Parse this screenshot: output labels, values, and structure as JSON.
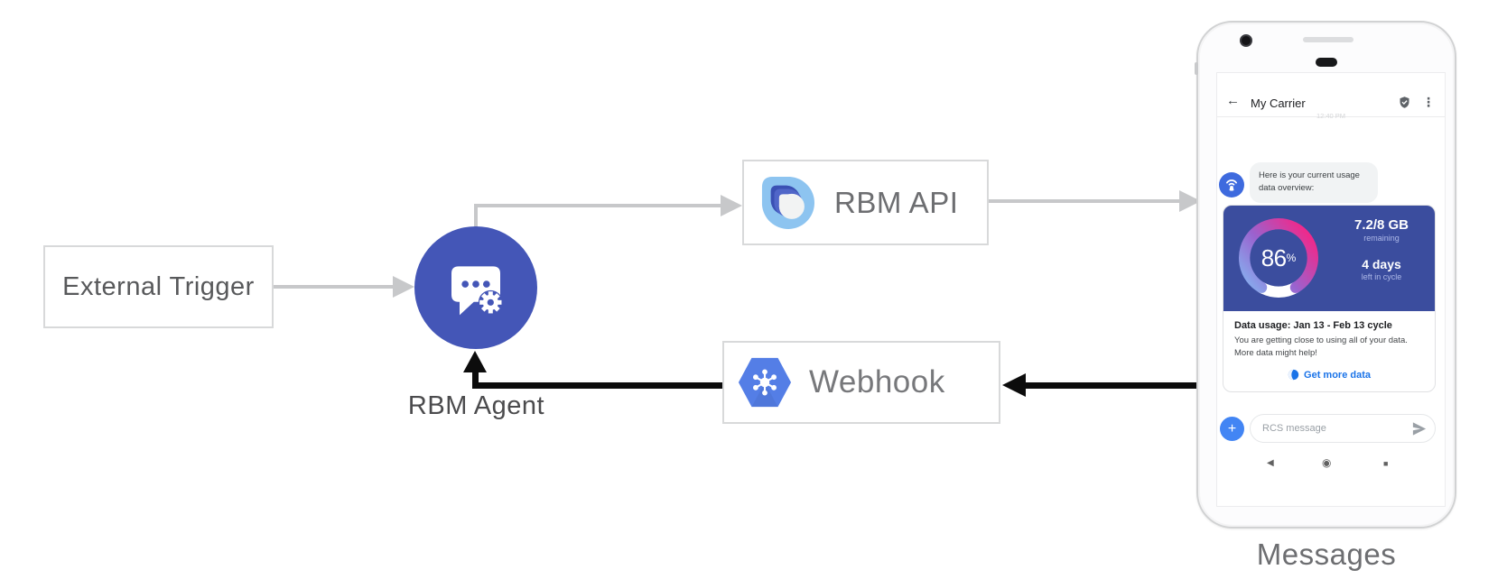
{
  "diagram": {
    "external_trigger_label": "External Trigger",
    "rbm_agent_label": "RBM Agent",
    "rbm_api_label": "RBM API",
    "webhook_label": "Webhook",
    "phone_caption": "Messages"
  },
  "phone": {
    "status_icons": [
      "◼",
      "●",
      "▼"
    ],
    "header": {
      "back_icon": "←",
      "title": "My Carrier",
      "menu_icon": "⋮"
    },
    "timestamp": "12:40 PM",
    "agent_message": "Here is your current usage data overview:",
    "usage_card": {
      "percent": "86",
      "percent_symbol": "%",
      "remaining_value": "7.2/8 GB",
      "remaining_label": "remaining",
      "days_value": "4 days",
      "days_label": "left in cycle",
      "title": "Data usage: Jan 13 - Feb 13 cycle",
      "body": "You are getting close to using all of your data. More data might help!",
      "action_label": "Get more data"
    },
    "composer": {
      "plus_icon": "+",
      "placeholder": "RCS message"
    },
    "nav": {
      "back": "◀",
      "home": "◉",
      "recents": "■"
    }
  },
  "colors": {
    "agent_circle": "#4456b7",
    "card_blue": "#3b4d9e",
    "link_blue": "#1a73e8",
    "webhook_hex": "#547ee6",
    "gauge_gradient": [
      "#85b2f0",
      "#9a63cf",
      "#ee2a8c"
    ],
    "arrow_gray": "#c7c8ca",
    "arrow_black": "#0c0c0c"
  }
}
